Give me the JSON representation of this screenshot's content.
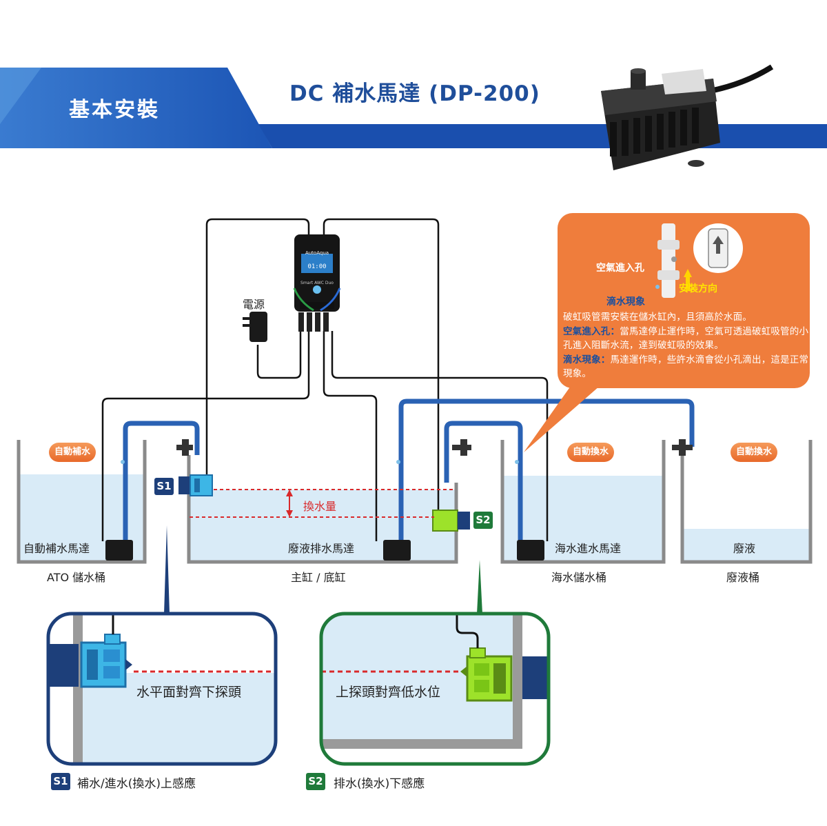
{
  "header": {
    "title": "基本安裝",
    "product_title": "DC 補水馬達 (DP-200)"
  },
  "controller": {
    "brand": "AutoAqua",
    "model": "Smart AWC Duo",
    "display": "01:00"
  },
  "power": {
    "label": "電源"
  },
  "callout": {
    "air_inlet_label": "空氣進入孔",
    "drip_label": "滴水現象",
    "direction_label": "安裝方向",
    "line1": "破虹吸管需安裝在儲水缸內，且須高於水面。",
    "air_key": "空氣進入孔：",
    "air_text": "當馬達停止運作時，空氣可透過破虹吸管的小孔進入阻斷水流，達到破虹吸的效果。",
    "drip_key": "滴水現象：",
    "drip_text": "馬達運作時，些許水滴會從小孔滴出，這是正常現象。"
  },
  "tanks": {
    "ato": {
      "pill": "自動補水",
      "pump": "自動補水馬達",
      "name": "ATO 儲水桶"
    },
    "main": {
      "pump": "廢液排水馬達",
      "name": "主缸 / 底缸",
      "exchange": "換水量"
    },
    "seawater": {
      "pill": "自動換水",
      "pump": "海水進水馬達",
      "name": "海水儲水桶"
    },
    "waste": {
      "pill": "自動換水",
      "content": "廢液",
      "name": "廢液桶"
    }
  },
  "sensors": {
    "s1": "S1",
    "s2": "S2"
  },
  "zoom": {
    "left_text": "水平面對齊下探頭",
    "right_text": "上探頭對齊低水位"
  },
  "legend": {
    "s1_badge": "S1",
    "s1_text": "補水/進水(換水)上感應",
    "s2_badge": "S2",
    "s2_text": "排水(換水)下感應"
  },
  "colors": {
    "blue_dark": "#1d3f7a",
    "blue_pipe": "#2a62b4",
    "water": "#d9ebf7",
    "orange": "#ef7d3c",
    "green": "#1f7a3a",
    "red": "#d9292b"
  }
}
